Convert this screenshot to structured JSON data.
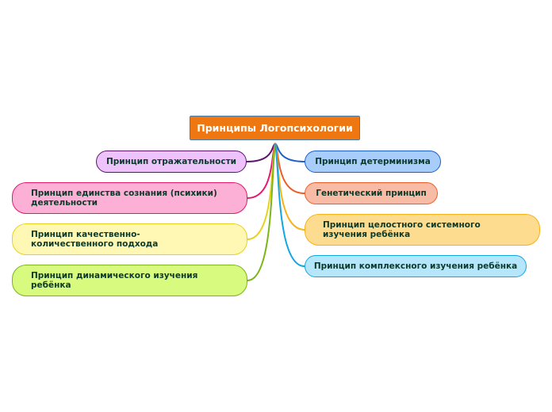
{
  "central": {
    "label": "Принципы Логопсихологии",
    "fill": "#ee7711",
    "border": "#4a7aa8",
    "text_color": "#ffffff"
  },
  "left_topics": [
    {
      "id": "reflectivity",
      "label": "Принцип отражательности",
      "fill": "#eec2fb",
      "border": "#5c1470"
    },
    {
      "id": "unity",
      "label": "Принцип единства сознания (психики) деятельности",
      "fill": "#fdb0d5",
      "border": "#e6196d"
    },
    {
      "id": "qual-quant",
      "label": "Принцип качественно-количественного подхода",
      "fill": "#fff8b4",
      "border": "#e8d21d"
    },
    {
      "id": "dynamic",
      "label": "Принцип динамического изучения ребёнка",
      "fill": "#d8fa7f",
      "border": "#7cb518"
    }
  ],
  "right_topics": [
    {
      "id": "determinism",
      "label": "Принцип детерминизма",
      "fill": "#a8cdfb",
      "border": "#1a5fcc"
    },
    {
      "id": "genetic",
      "label": "Генетический принцип",
      "fill": "#f8bca6",
      "border": "#ee5d29"
    },
    {
      "id": "holistic",
      "label": "Принцип целостного  системного изучения ребёнка",
      "fill": "#fedc8f",
      "border": "#f7b21a"
    },
    {
      "id": "complex",
      "label": "Принцип комплексного изучения ребёнка",
      "fill": "#b5e6fb",
      "border": "#11a7e2"
    }
  ]
}
